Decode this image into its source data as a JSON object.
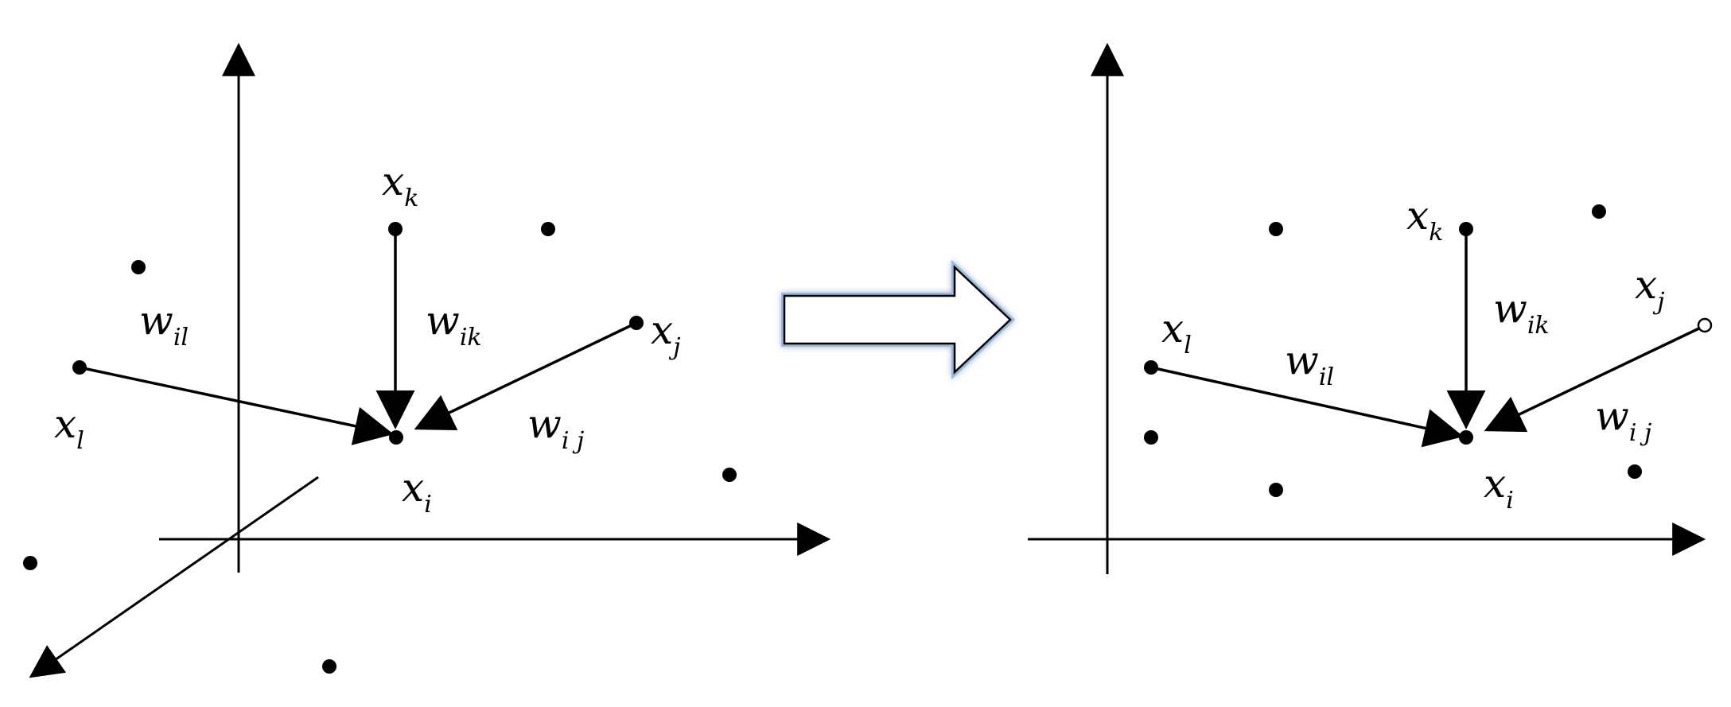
{
  "left_panel": {
    "labels": {
      "x_k": {
        "base": "x",
        "sub": "k"
      },
      "x_j": {
        "base": "x",
        "sub": "j"
      },
      "x_l": {
        "base": "x",
        "sub": "l"
      },
      "x_i": {
        "base": "x",
        "sub": "i"
      },
      "w_il": {
        "base": "w",
        "sub": "il"
      },
      "w_ik": {
        "base": "w",
        "sub": "ik"
      },
      "w_ij": {
        "base": "w",
        "sub": "i j"
      }
    }
  },
  "right_panel": {
    "labels": {
      "x_k": {
        "base": "x",
        "sub": "k"
      },
      "x_j": {
        "base": "x",
        "sub": "j"
      },
      "x_l": {
        "base": "x",
        "sub": "l"
      },
      "x_i": {
        "base": "x",
        "sub": "i"
      },
      "w_il": {
        "base": "w",
        "sub": "il"
      },
      "w_ik": {
        "base": "w",
        "sub": "ik"
      },
      "w_ij": {
        "base": "w",
        "sub": "i j"
      }
    }
  },
  "colors": {
    "stroke": "#000000",
    "transition_arrow_fill": "#ffffff",
    "transition_arrow_glow": "#9fb6d6"
  }
}
